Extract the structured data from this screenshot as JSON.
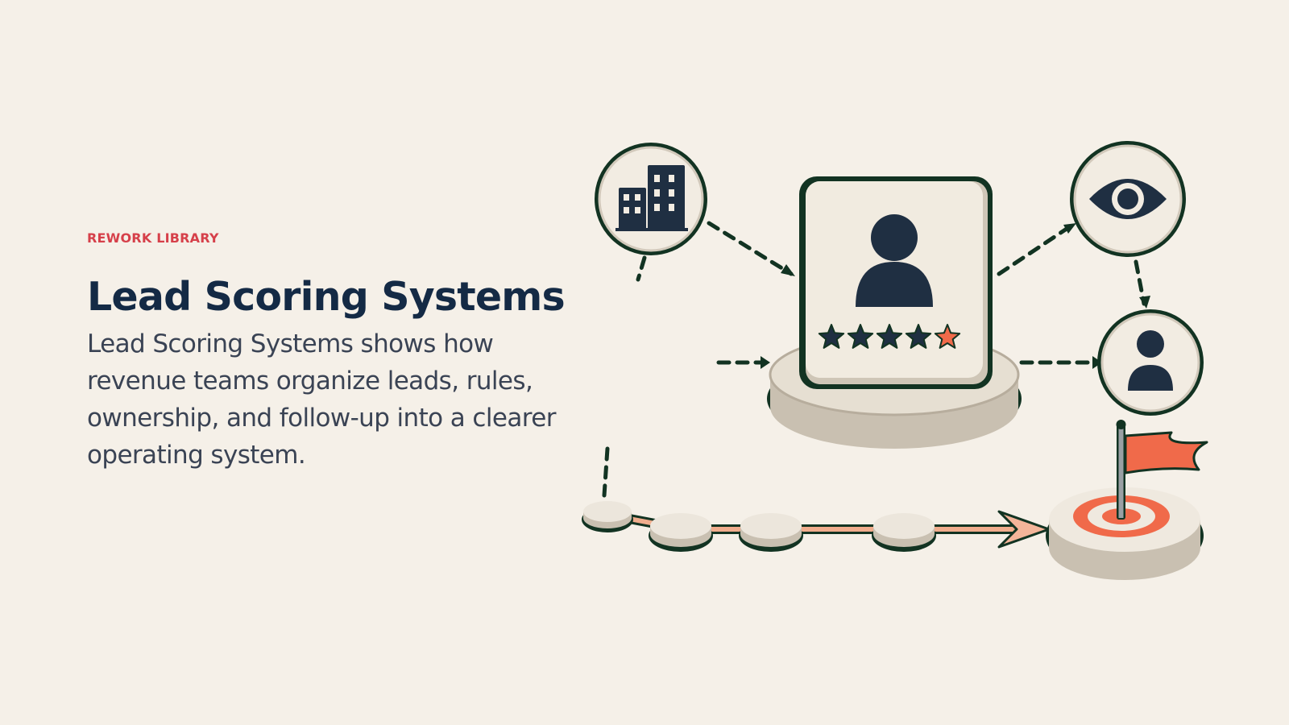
{
  "eyebrow": "REWORK LIBRARY",
  "title": "Lead Scoring Systems",
  "description": "Lead Scoring Systems shows how revenue teams organize leads, rules, ownership, and follow-up into a clearer operating system.",
  "illustration": {
    "rating": {
      "filled": 4,
      "highlighted": 1,
      "total": 5
    },
    "colors": {
      "navy": "#1f2f42",
      "accent": "#f06a4a",
      "cream": "#f1ebe0",
      "stone": "#c9c0b1",
      "outline": "#123322"
    },
    "icons": [
      "building-icon",
      "lead-profile-card",
      "eye-icon",
      "contact-avatar-icon",
      "target-flag-icon"
    ]
  }
}
